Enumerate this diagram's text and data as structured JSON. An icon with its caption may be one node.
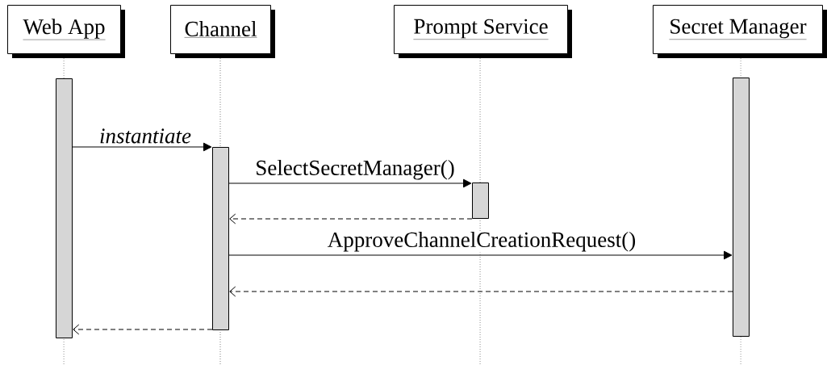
{
  "diagram": {
    "nodes": [
      {
        "text": [
          "Web App"
        ]
      },
      {
        "text": [
          "Channel"
        ]
      },
      {
        "text": [
          "Prompt Service"
        ]
      },
      {
        "text": [
          "Secret Manager"
        ]
      },
      {
        "text": [],
        "shape": "bar"
      },
      {
        "text": [],
        "shape": "bar"
      },
      {
        "text": [],
        "shape": "bar"
      },
      {
        "text": [],
        "shape": "bar"
      }
    ],
    "edges": [
      {
        "from": 4,
        "to": 5,
        "arrow": "to",
        "label": "instantiate"
      },
      {
        "from": 5,
        "to": 6,
        "arrow": "to",
        "label": "SelectSecretManager()"
      },
      {
        "from": 6,
        "to": 5,
        "arrow": "to",
        "style": "dashed"
      },
      {
        "from": 5,
        "to": 7,
        "arrow": "to",
        "label": "ApproveChannelCreationRequest()"
      },
      {
        "from": 7,
        "to": 5,
        "arrow": "to",
        "style": "dashed"
      },
      {
        "from": 5,
        "to": 4,
        "arrow": "to",
        "style": "dashed"
      }
    ]
  }
}
